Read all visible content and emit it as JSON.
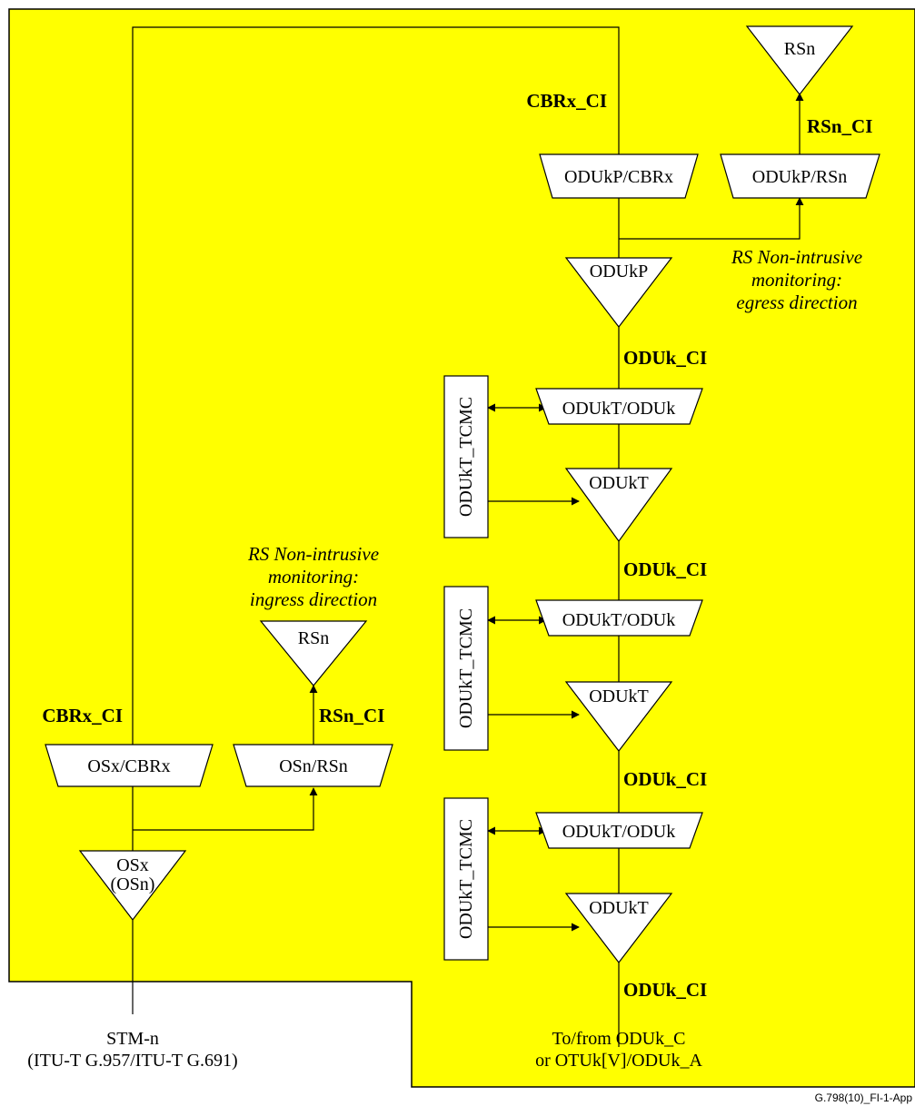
{
  "colors": {
    "background": "#ffff00",
    "stroke": "#000000",
    "shape_fill": "#ffffff"
  },
  "top_right": {
    "rsn_sink": "RSn",
    "rsn_ci": "RSn_CI",
    "cbrx_ci": "CBRx_CI",
    "odukp_cbrx": "ODUkP/CBRx",
    "odukp_rsn": "ODUkP/RSn",
    "egress_note": [
      "RS Non-intrusive",
      "monitoring:",
      "egress direction"
    ],
    "odukp": "ODUkP",
    "oduk_ci": "ODUk_CI"
  },
  "tcm_stages": [
    {
      "tcmc": "ODUkT_TCMC",
      "adapt": "ODUkT/ODUk",
      "trail": "ODUkT",
      "ci": "ODUk_CI"
    },
    {
      "tcmc": "ODUkT_TCMC",
      "adapt": "ODUkT/ODUk",
      "trail": "ODUkT",
      "ci": "ODUk_CI"
    },
    {
      "tcmc": "ODUkT_TCMC",
      "adapt": "ODUkT/ODUk",
      "trail": "ODUkT",
      "ci": "ODUk_CI"
    }
  ],
  "bottom_right": {
    "line1": "To/from ODUk_C",
    "line2": "or OTUk[V]/ODUk_A"
  },
  "left": {
    "ingress_note": [
      "RS Non-intrusive",
      "monitoring:",
      "ingress direction"
    ],
    "rsn_sink": "RSn",
    "rsn_ci": "RSn_CI",
    "cbrx_ci": "CBRx_CI",
    "osx_cbrx": "OSx/CBRx",
    "osn_rsn": "OSn/RSn",
    "osx_line1": "OSx",
    "osx_line2": "(OSn)",
    "stm_line1": "STM-n",
    "stm_line2": "(ITU-T G.957/ITU-T G.691)"
  },
  "figure_id": "G.798(10)_FI-1-App"
}
